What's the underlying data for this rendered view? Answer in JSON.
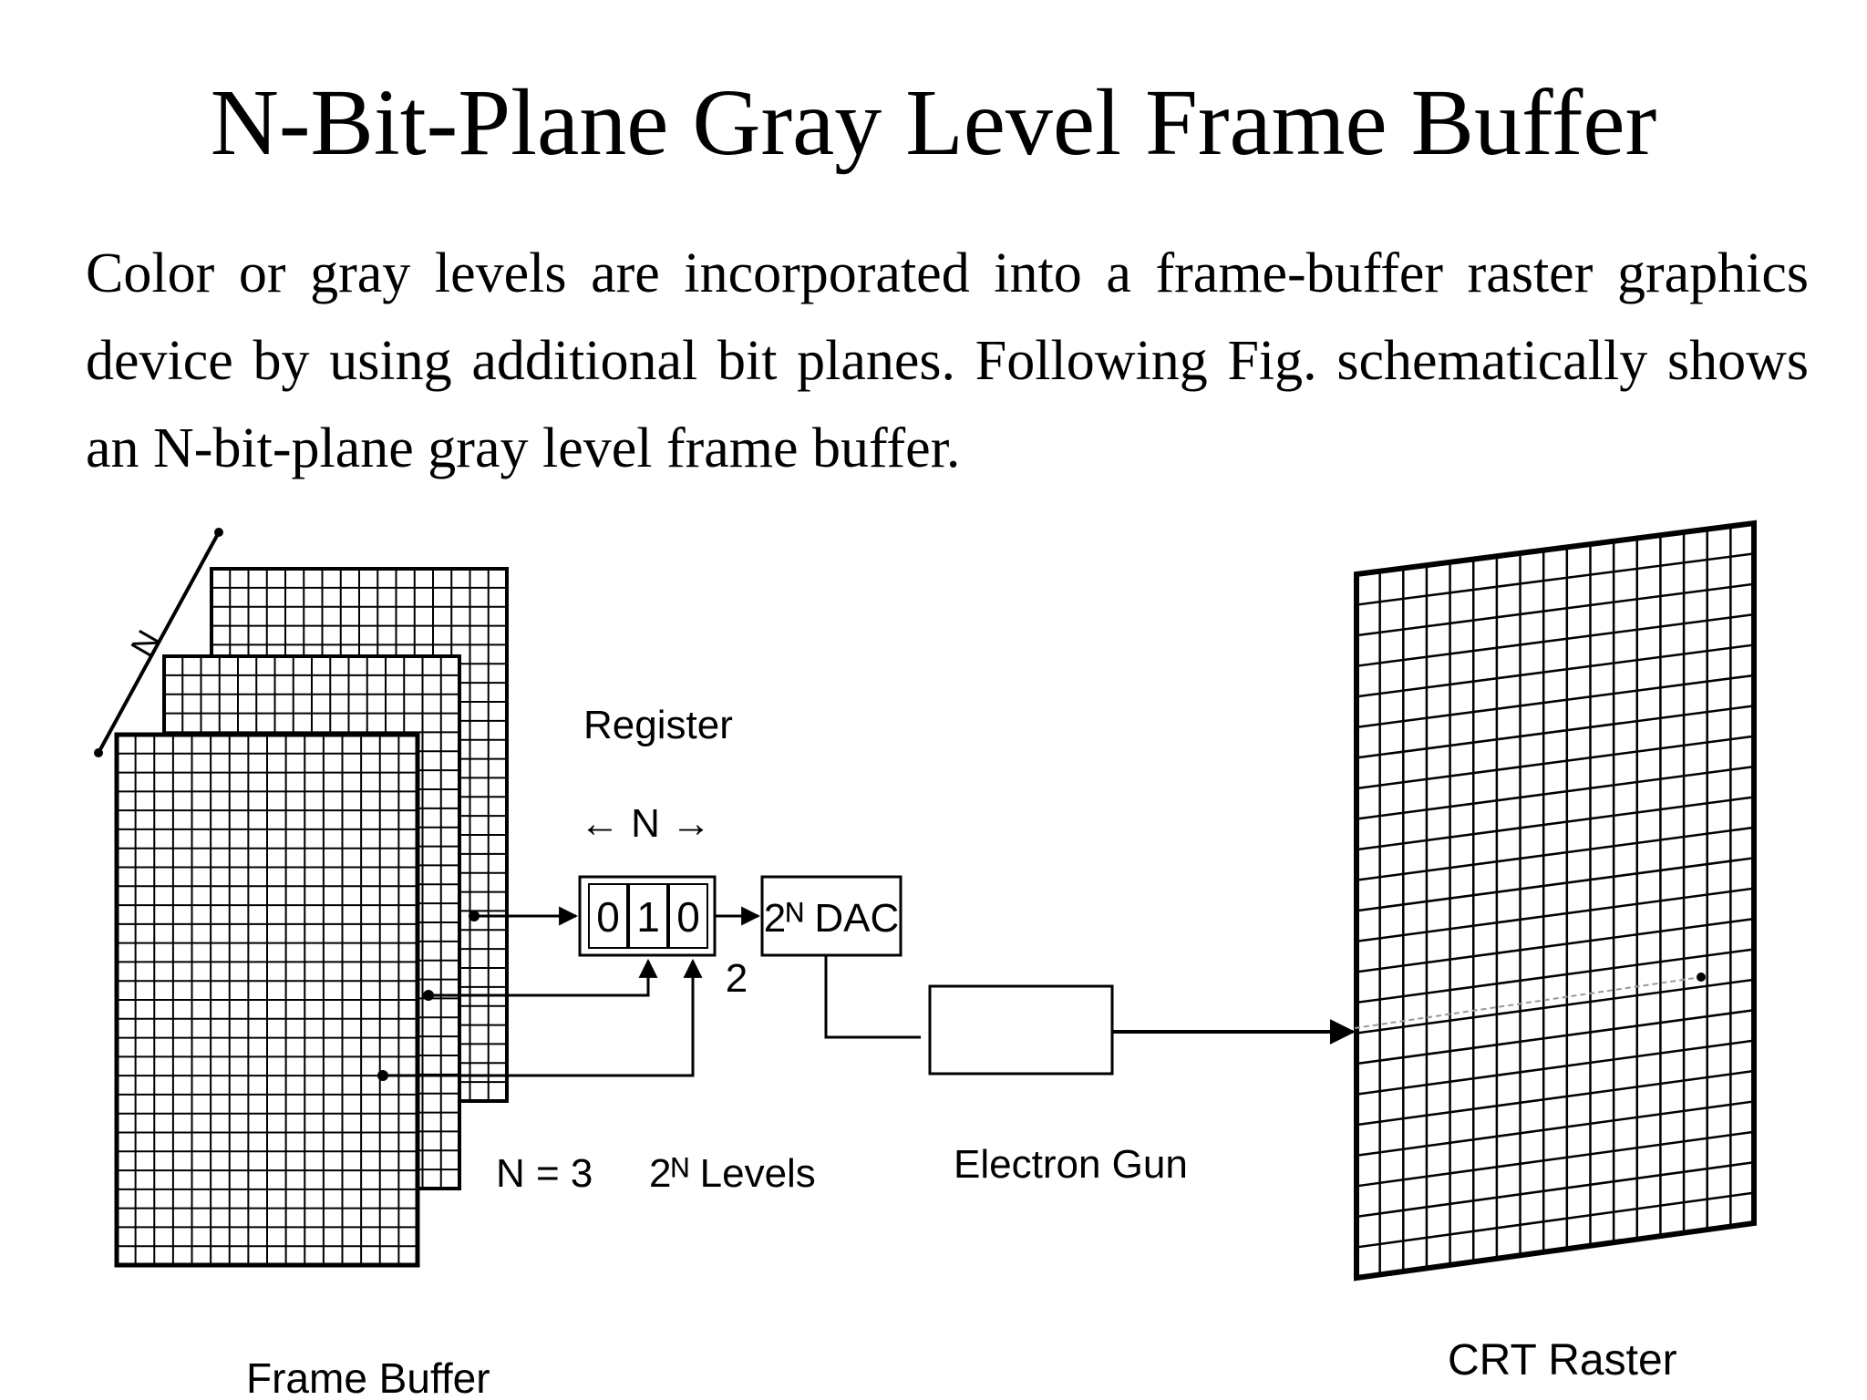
{
  "slide": {
    "title": "N-Bit-Plane Gray Level Frame Buffer",
    "body": "Color or gray levels are incorporated into a frame-buffer raster graphics device by using additional bit planes. Following Fig. schematically shows an N-bit-plane gray level frame buffer."
  },
  "diagram": {
    "labels": {
      "n_stack": "N",
      "register": "Register",
      "register_width": "← N →",
      "bit_0": "0",
      "bit_1": "1",
      "bit_2": "0",
      "dac": "2ᴺ DAC",
      "two": "2",
      "n_equals": "N = 3",
      "levels": "2ᴺ Levels",
      "electron_gun": "Electron Gun",
      "frame_buffer": "Frame Buffer",
      "crt_raster": "CRT Raster"
    }
  }
}
